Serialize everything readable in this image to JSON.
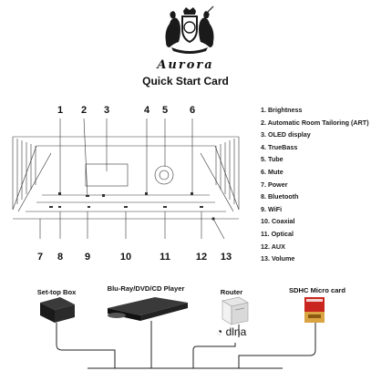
{
  "brand": {
    "name": "Aurora"
  },
  "card": {
    "title": "Quick Start Card"
  },
  "callouts": {
    "top": [
      "1",
      "2",
      "3",
      "4",
      "5",
      "6"
    ],
    "bottom": [
      "7",
      "8",
      "9",
      "10",
      "11",
      "12",
      "13"
    ]
  },
  "legend": [
    "1. Brightness",
    "2. Automatic Room Tailoring (ART)",
    "3. OLED display",
    "4. TrueBass",
    "5. Tube",
    "6. Mute",
    "7. Power",
    "8. Bluetooth",
    "9. WiFi",
    "10. Coaxial",
    "11. Optical",
    "12. AUX",
    "13. Volume"
  ],
  "sources": {
    "settop": "Set-top Box",
    "bluray": "Blu-Ray/DVD/CD Player",
    "router": "Router",
    "sdcard": "SDHC Micro card",
    "dlna": "dlna"
  },
  "colors": {
    "sd_card_red": "#c8261e",
    "sd_card_gold": "#d9a441",
    "line": "#222222"
  }
}
